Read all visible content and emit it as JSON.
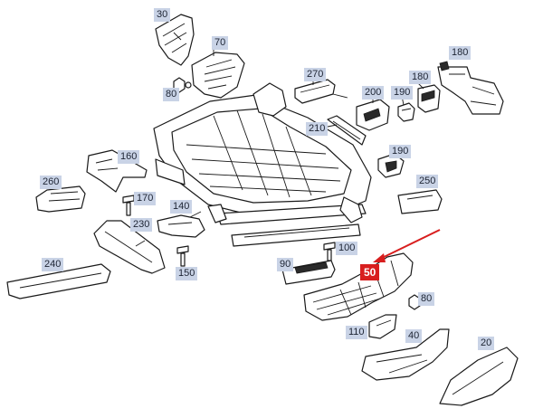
{
  "diagram": {
    "highlight_color": "#d81e1e",
    "label_color": "#c9d3e6",
    "callouts": [
      {
        "id": "c30a",
        "text": "30"
      },
      {
        "id": "c70",
        "text": "70"
      },
      {
        "id": "c80a",
        "text": "80"
      },
      {
        "id": "c270",
        "text": "270"
      },
      {
        "id": "c200",
        "text": "200"
      },
      {
        "id": "c190a",
        "text": "190"
      },
      {
        "id": "c180a",
        "text": "180"
      },
      {
        "id": "c180b",
        "text": "180"
      },
      {
        "id": "c210",
        "text": "210"
      },
      {
        "id": "c190b",
        "text": "190"
      },
      {
        "id": "c160",
        "text": "160"
      },
      {
        "id": "c260",
        "text": "260"
      },
      {
        "id": "c170",
        "text": "170"
      },
      {
        "id": "c250",
        "text": "250"
      },
      {
        "id": "c140",
        "text": "140"
      },
      {
        "id": "c230",
        "text": "230"
      },
      {
        "id": "c100",
        "text": "100"
      },
      {
        "id": "c90",
        "text": "90"
      },
      {
        "id": "c240",
        "text": "240"
      },
      {
        "id": "c150",
        "text": "150"
      },
      {
        "id": "c50",
        "text": "50",
        "highlighted": true
      },
      {
        "id": "c80b",
        "text": "80"
      },
      {
        "id": "c110",
        "text": "110"
      },
      {
        "id": "c40",
        "text": "40"
      },
      {
        "id": "c20",
        "text": "20"
      }
    ]
  }
}
